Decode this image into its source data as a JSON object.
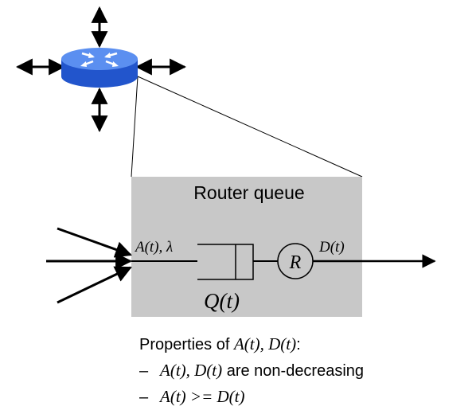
{
  "diagram": {
    "queue_box_title": "Router queue",
    "arrival_label": "A(t), λ",
    "departure_label": "D(t)",
    "server_label": "R",
    "queue_label": "Q(t)"
  },
  "properties": {
    "heading_prefix": "Properties of ",
    "heading_math": "A(t), D(t)",
    "heading_suffix": ":",
    "items": [
      {
        "bullet": "–",
        "math": "A(t), D(t)",
        "text": " are non-decreasing"
      },
      {
        "bullet": "–",
        "math": "A(t) >= D(t)",
        "text": ""
      }
    ]
  },
  "colors": {
    "router_top": "#5b8ff0",
    "router_side": "#2255cc",
    "queue_box": "#c8c8c8"
  }
}
